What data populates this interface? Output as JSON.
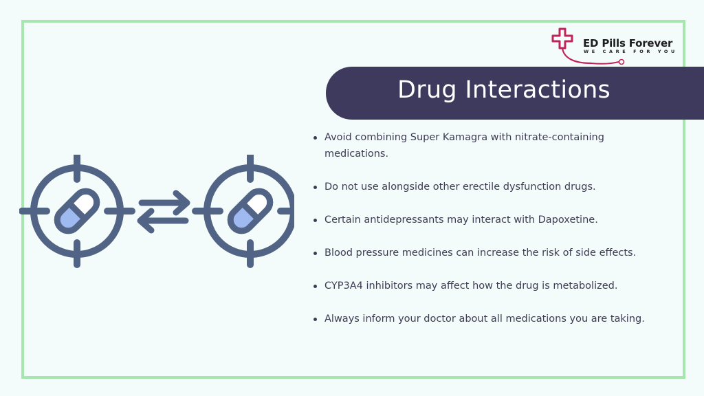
{
  "brand": {
    "name": "ED Pills Forever",
    "tagline": "WE CARE FOR YOU"
  },
  "title": "Drug Interactions",
  "bullets": [
    "Avoid combining Super Kamagra with nitrate-containing medications.",
    "Do not use alongside other erectile dysfunction drugs.",
    "Certain antidepressants may interact with Dapoxetine.",
    "Blood pressure medicines can increase the risk of side effects.",
    "CYP3A4 inhibitors may affect how the drug is metabolized.",
    "Always inform your doctor about all medications you are taking."
  ],
  "icons": {
    "left": "pill-target-icon",
    "middle": "exchange-arrows-icon",
    "right": "pill-target-icon",
    "logo": "medical-cross-logo-icon"
  },
  "colors": {
    "background": "#f4fbfb",
    "frame": "#a8e6b0",
    "banner": "#3e3a5e",
    "icon_stroke": "#526485",
    "pill_fill": "#9fbaf0",
    "logo_accent": "#c0245a",
    "text": "#3d3b52"
  }
}
